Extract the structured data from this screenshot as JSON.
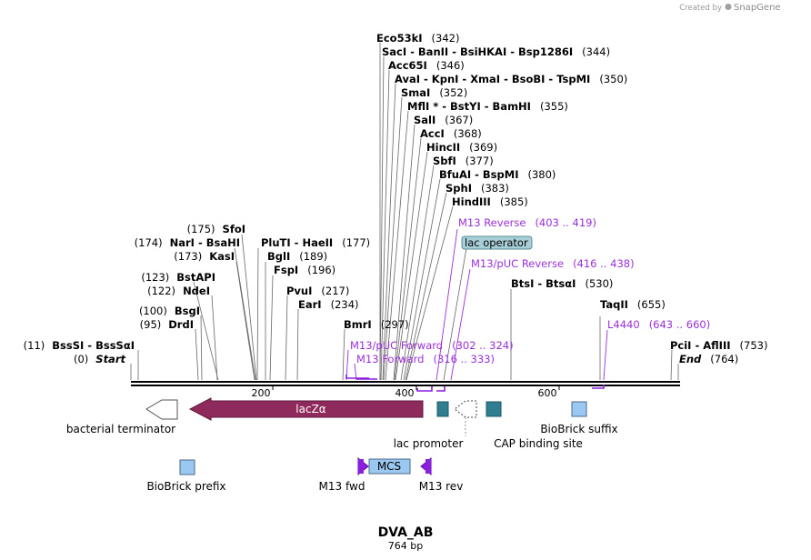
{
  "credit": {
    "prefix": "Created by",
    "brand": "SnapGene"
  },
  "plasmid": {
    "name": "DVA_AB",
    "length": "764 bp"
  },
  "colors": {
    "lacZ": "#8e2a5c",
    "feature_teal": "#2e7e8f",
    "feature_lightblue": "#9ac8f0",
    "primer": "#8a1fe0",
    "primer_label": "#9b30d8",
    "operator_fill": "#a8cfd8"
  },
  "ruler_ticks": [
    "200",
    "400",
    "600"
  ],
  "enzymes": [
    {
      "name": "Eco53kI",
      "pos": "(342)"
    },
    {
      "name": "SacI  -  BanII  -  BsiHKAI  -  Bsp1286I",
      "pos": "(344)"
    },
    {
      "name": "Acc65I",
      "pos": "(346)"
    },
    {
      "name": "AvaI  -  KpnI  -  XmaI  -  BsoBI  -  TspMI",
      "pos": "(350)"
    },
    {
      "name": "SmaI",
      "pos": "(352)"
    },
    {
      "name": "MflI *  -  BstYI  -  BamHI",
      "pos": "(355)"
    },
    {
      "name": "SalI",
      "pos": "(367)"
    },
    {
      "name": "AccI",
      "pos": "(368)"
    },
    {
      "name": "HincII",
      "pos": "(369)"
    },
    {
      "name": "SbfI",
      "pos": "(377)"
    },
    {
      "name": "BfuAI  -  BspMI",
      "pos": "(380)"
    },
    {
      "name": "SphI",
      "pos": "(383)"
    },
    {
      "name": "HindIII",
      "pos": "(385)"
    },
    {
      "name": "SfoI",
      "pos": "(175)"
    },
    {
      "name": "NarI  -  BsaHI",
      "pos": "(174)"
    },
    {
      "name": "KasI",
      "pos": "(173)"
    },
    {
      "name": "PluTI  -  HaeII",
      "pos": "(177)"
    },
    {
      "name": "BglI",
      "pos": "(189)"
    },
    {
      "name": "FspI",
      "pos": "(196)"
    },
    {
      "name": "BstAPI",
      "pos": "(123)"
    },
    {
      "name": "NdeI",
      "pos": "(122)"
    },
    {
      "name": "PvuI",
      "pos": "(217)"
    },
    {
      "name": "EarI",
      "pos": "(234)"
    },
    {
      "name": "BsgI",
      "pos": "(100)"
    },
    {
      "name": "DrdI",
      "pos": "(95)"
    },
    {
      "name": "BmrI",
      "pos": "(297)"
    },
    {
      "name": "BtsI  -  BtsαI",
      "pos": "(530)"
    },
    {
      "name": "TaqII",
      "pos": "(655)"
    },
    {
      "name": "BssSI  -  BssSαI",
      "pos": "(11)"
    },
    {
      "name": "Start",
      "pos": "(0)"
    },
    {
      "name": "PciI  -  AflIII",
      "pos": "(753)"
    },
    {
      "name": "End",
      "pos": "(764)"
    }
  ],
  "primers": [
    {
      "name": "M13 Reverse",
      "range": "(403 .. 419)"
    },
    {
      "name": "M13/pUC Reverse",
      "range": "(416 .. 438)"
    },
    {
      "name": "L4440",
      "range": "(643 .. 660)"
    },
    {
      "name": "M13/pUC Forward",
      "range": "(302 .. 324)"
    },
    {
      "name": "M13 Forward",
      "range": "(316 .. 333)"
    }
  ],
  "lac_operator": "lac operator",
  "features": {
    "lacZ": "lacZα",
    "bacterial_terminator": "bacterial terminator",
    "lac_promoter": "lac promoter",
    "cap_site": "CAP binding site",
    "biobrick_suffix": "BioBrick suffix",
    "biobrick_prefix": "BioBrick prefix",
    "mcs": "MCS",
    "m13_fwd": "M13 fwd",
    "m13_rev": "M13 rev"
  }
}
